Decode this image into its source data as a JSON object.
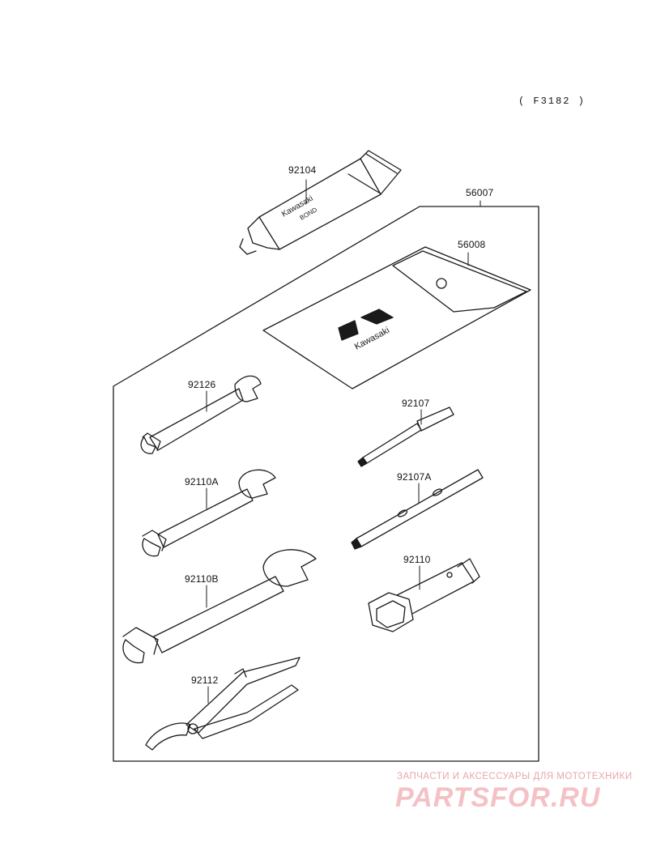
{
  "diagram_code": "( F3182 )",
  "brand": {
    "tube_text": "Kawasaki",
    "tube_subtext": "BOND",
    "pouch_text": "Kawasaki"
  },
  "parts": {
    "p92104": "92104",
    "p56007": "56007",
    "p56008": "56008",
    "p92126": "92126",
    "p92107": "92107",
    "p92110A": "92110A",
    "p92107A": "92107A",
    "p92110B": "92110B",
    "p92110": "92110",
    "p92112": "92112"
  },
  "watermark": {
    "tagline": "ЗАПЧАСТИ И АКСЕССУАРЫ ДЛЯ МОТОТЕХНИКИ",
    "site": "PARTSFOR.RU"
  },
  "colors": {
    "line": "#1a1a1a",
    "watermark": "#f4c1c5"
  }
}
